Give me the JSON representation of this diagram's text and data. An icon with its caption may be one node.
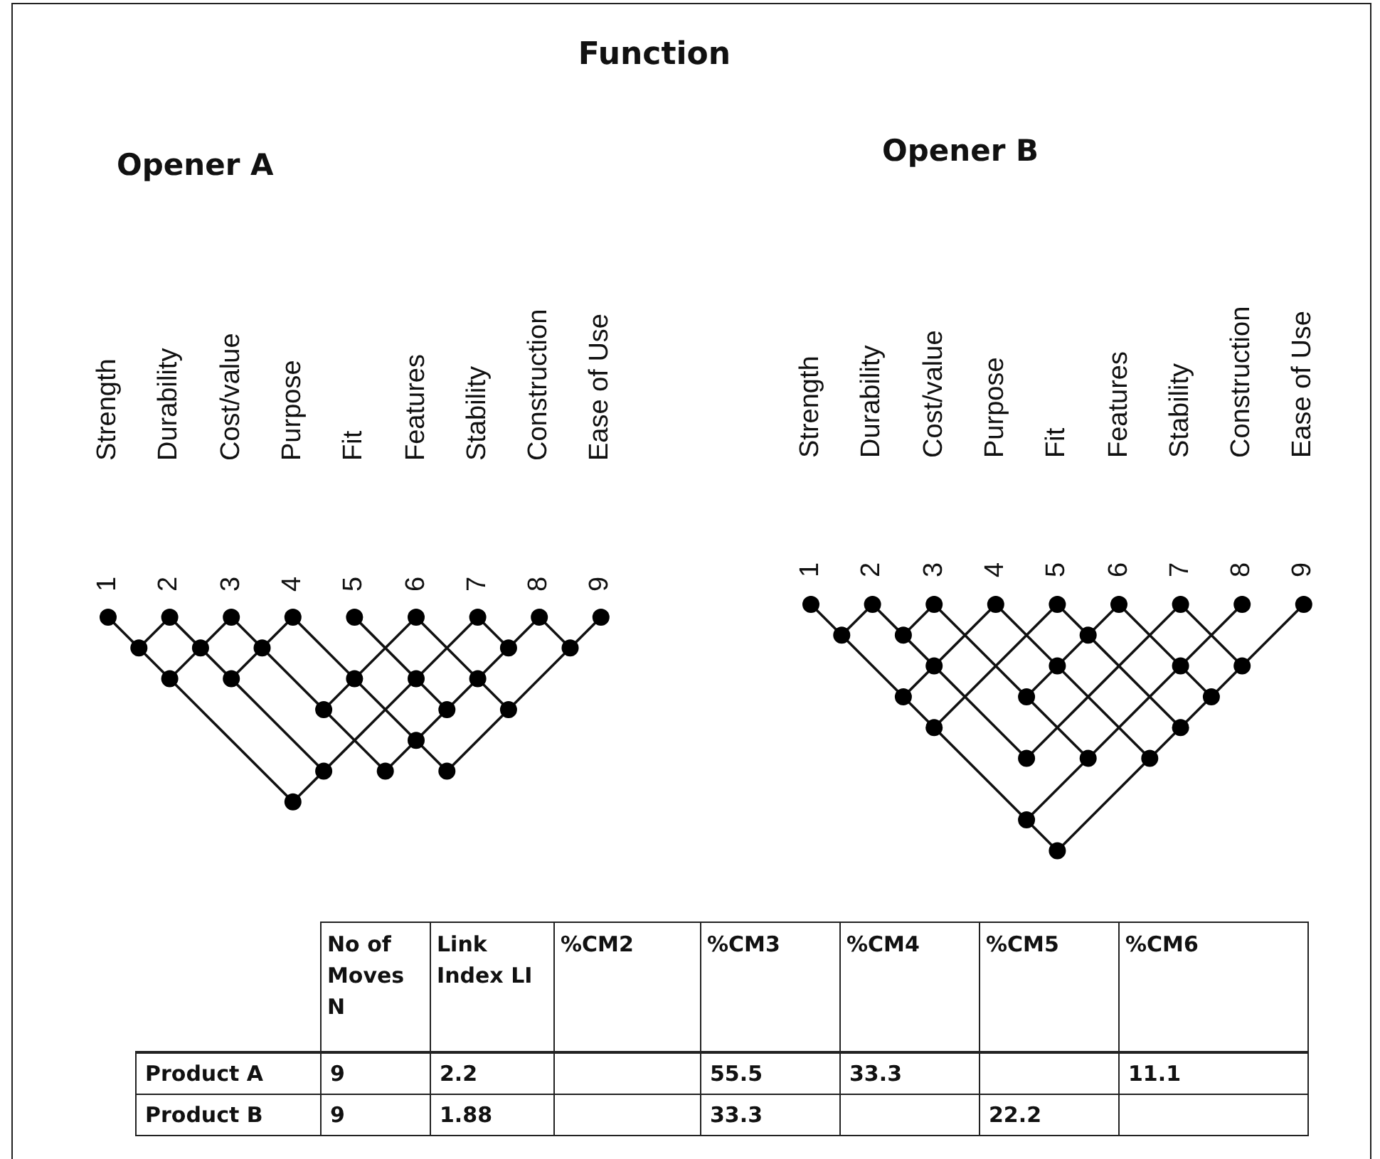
{
  "diagram": {
    "title": "Function",
    "labels": [
      "Opener A",
      "Opener B",
      "Strength",
      "Durability",
      "Cost/value",
      "Purpose",
      "Fit",
      "Features",
      "Stability",
      "Construction",
      "Ease of Use",
      "Strength",
      "Durability",
      "Cost/value",
      "Purpose",
      "Fit",
      "Features",
      "Stability",
      "Construction",
      "Ease of Use",
      "1",
      "2",
      "3",
      "4",
      "5",
      "6",
      "7",
      "8",
      "9",
      "1",
      "2",
      "3",
      "4",
      "5",
      "6",
      "7",
      "8",
      "9",
      "No of Moves N",
      "Link Index LI",
      "%CM2",
      "%CM3",
      "%CM4",
      "%CM5",
      "%CM6",
      "Product A",
      "9",
      "2.2",
      "55.5",
      "33.3",
      "11.1",
      "Product B",
      "9",
      "1.88",
      "33.3",
      "22.2"
    ]
  }
}
